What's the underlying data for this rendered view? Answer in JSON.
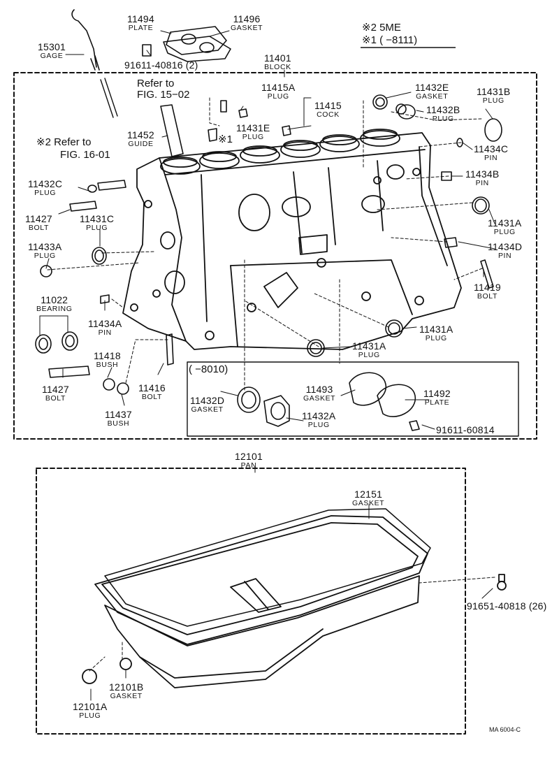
{
  "notes": {
    "note_2": "※2 5ME",
    "note_1": "※1 (      −8111)"
  },
  "refs": {
    "ref_15_02_line1": "Refer to",
    "ref_15_02_line2": "FIG. 15−02",
    "ref_16_01_line1": "※2 Refer to",
    "ref_16_01_line2": "FIG. 16-01",
    "mark_1": "※1",
    "range_8010": "(      −8010)"
  },
  "labels": {
    "l15301": {
      "num": "15301",
      "name": "GAGE"
    },
    "l11494": {
      "num": "11494",
      "name": "PLATE"
    },
    "l11496": {
      "num": "11496",
      "name": "GASKET"
    },
    "l91611_40816": {
      "num": "91611-40816 (2)"
    },
    "l11401": {
      "num": "11401",
      "name": "BLOCK"
    },
    "l11415a": {
      "num": "11415A",
      "name": "PLUG"
    },
    "l11415": {
      "num": "11415",
      "name": "COCK"
    },
    "l11431e": {
      "num": "11431E",
      "name": "PLUG"
    },
    "l11432e": {
      "num": "11432E",
      "name": "GASKET"
    },
    "l11432b": {
      "num": "11432B",
      "name": "PLUG"
    },
    "l11431b": {
      "num": "11431B",
      "name": "PLUG"
    },
    "l11434c": {
      "num": "11434C",
      "name": "PIN"
    },
    "l11434b": {
      "num": "11434B",
      "name": "PIN"
    },
    "l11452": {
      "num": "11452",
      "name": "GUIDE"
    },
    "l11432c": {
      "num": "11432C",
      "name": "PLUG"
    },
    "l11427a": {
      "num": "11427",
      "name": "BOLT"
    },
    "l11431c": {
      "num": "11431C",
      "name": "PLUG"
    },
    "l11433a": {
      "num": "11433A",
      "name": "PLUG"
    },
    "l11431a_1": {
      "num": "11431A",
      "name": "PLUG"
    },
    "l11434d": {
      "num": "11434D",
      "name": "PIN"
    },
    "l11419": {
      "num": "11419",
      "name": "BOLT"
    },
    "l11022": {
      "num": "11022",
      "name": "BEARING"
    },
    "l11434a": {
      "num": "11434A",
      "name": "PIN"
    },
    "l11431a_2": {
      "num": "11431A",
      "name": "PLUG"
    },
    "l11431a_3": {
      "num": "11431A",
      "name": "PLUG"
    },
    "l11418": {
      "num": "11418",
      "name": "BUSH"
    },
    "l11427b": {
      "num": "11427",
      "name": "BOLT"
    },
    "l11416": {
      "num": "11416",
      "name": "BOLT"
    },
    "l11437": {
      "num": "11437",
      "name": "BUSH"
    },
    "l11432d": {
      "num": "11432D",
      "name": "GASKET"
    },
    "l11432a": {
      "num": "11432A",
      "name": "PLUG"
    },
    "l11493": {
      "num": "11493",
      "name": "GASKET"
    },
    "l11492": {
      "num": "11492",
      "name": "PLATE"
    },
    "l91611_60814": {
      "num": "91611-60814"
    },
    "l12101": {
      "num": "12101",
      "name": "PAN"
    },
    "l12151": {
      "num": "12151",
      "name": "GASKET"
    },
    "l91651_40818": {
      "num": "91651-40818 (26)"
    },
    "l12101b": {
      "num": "12101B",
      "name": "GASKET"
    },
    "l12101a": {
      "num": "12101A",
      "name": "PLUG"
    }
  },
  "footer": {
    "code": "MA 6004-C"
  }
}
